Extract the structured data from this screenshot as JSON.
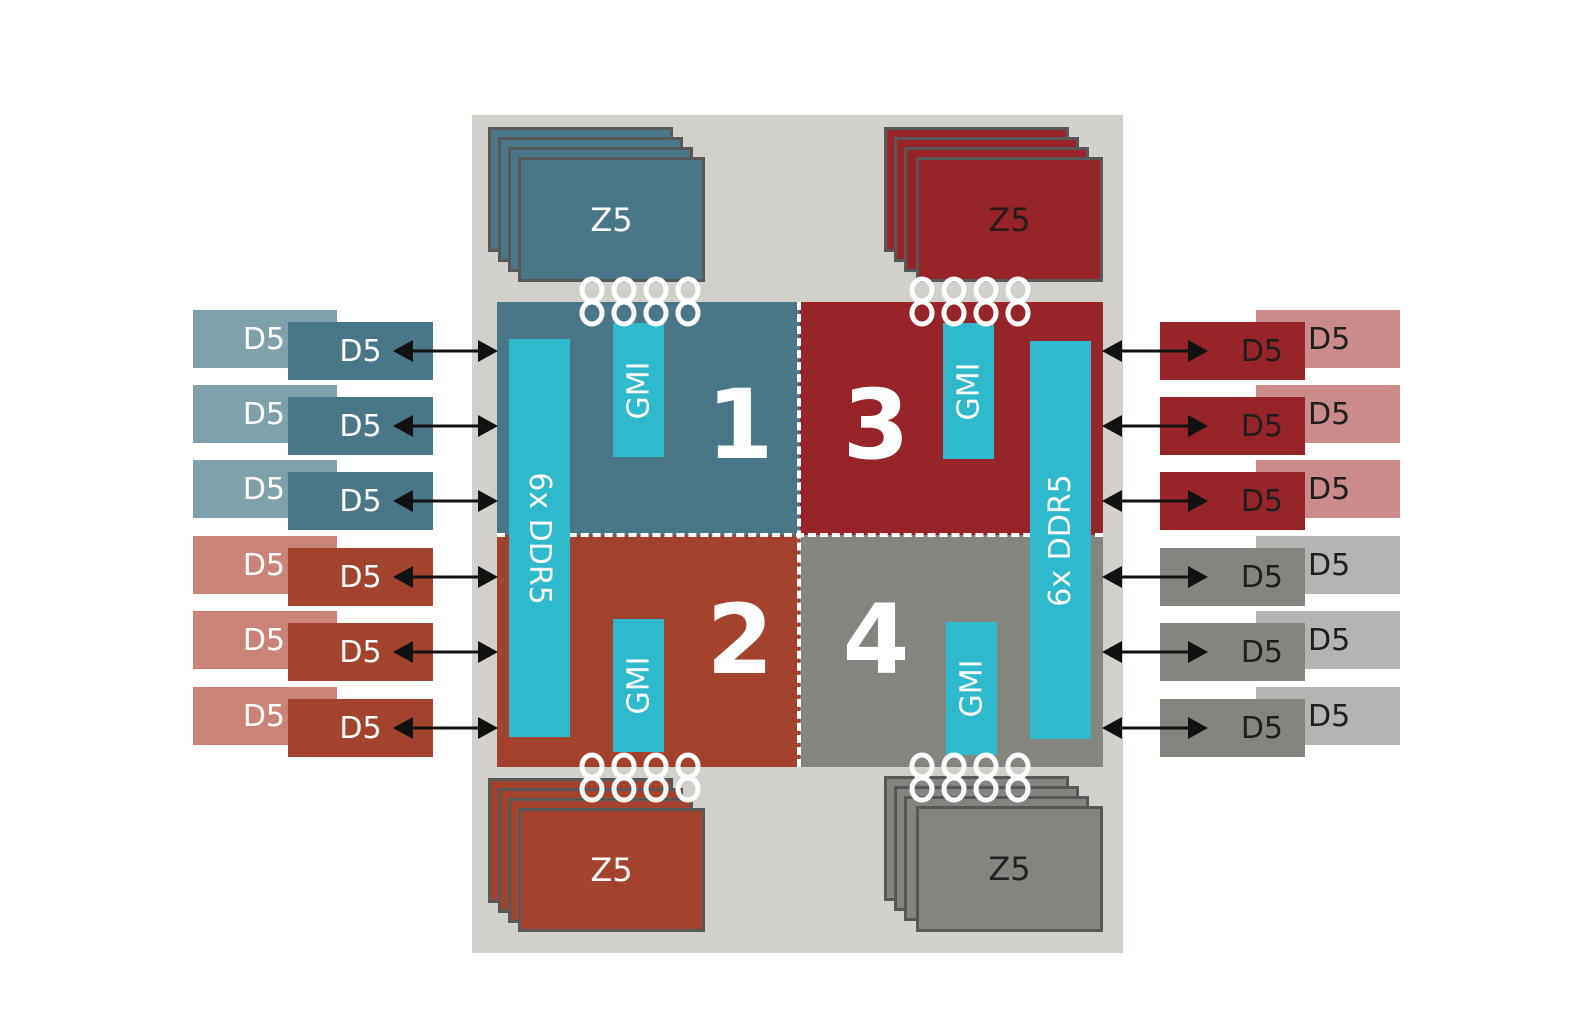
{
  "colors": {
    "teal": "#4a7788",
    "crimson": "#962428",
    "rust": "#a3432d",
    "gray": "#858580",
    "cyan": "#2fb9cc",
    "package": "#d2d0ca",
    "teal_light": "#7fa1ac",
    "crimson_light": "#cc8b8b",
    "rust_light": "#ca8477",
    "gray_light": "#b4b4b3"
  },
  "quadrants": [
    {
      "number": "1",
      "gmi_label": "GMI",
      "color": "teal"
    },
    {
      "number": "2",
      "gmi_label": "GMI",
      "color": "rust"
    },
    {
      "number": "3",
      "gmi_label": "GMI",
      "color": "crimson"
    },
    {
      "number": "4",
      "gmi_label": "GMI",
      "color": "gray"
    }
  ],
  "memory_controllers": {
    "left_label": "6x DDR5",
    "right_label": "6x DDR5"
  },
  "ccd_stacks": {
    "top_left": "Z5",
    "top_right": "Z5",
    "bottom_left": "Z5",
    "bottom_right": "Z5"
  },
  "dimms": {
    "left": [
      "D5",
      "D5",
      "D5",
      "D5",
      "D5",
      "D5"
    ],
    "left_back": [
      "D5",
      "D5",
      "D5",
      "D5",
      "D5",
      "D5"
    ],
    "right": [
      "D5",
      "D5",
      "D5",
      "D5",
      "D5",
      "D5"
    ],
    "right_back": [
      "D5",
      "D5",
      "D5",
      "D5",
      "D5",
      "D5"
    ]
  },
  "icons": {
    "infinity_link": "infinity-fabric-link-icon",
    "arrow": "bidirectional-arrow-icon"
  }
}
